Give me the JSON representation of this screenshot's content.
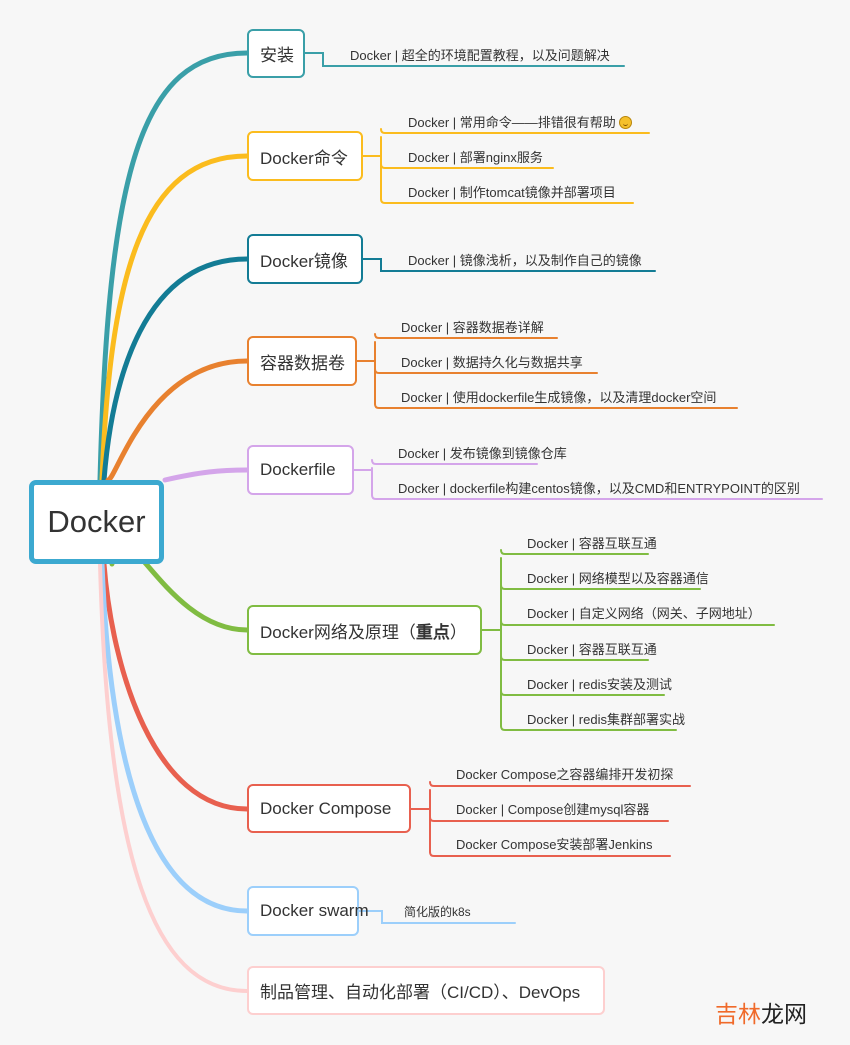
{
  "root": {
    "label": "Docker",
    "color": "#3ca9d0"
  },
  "topics": [
    {
      "id": "install",
      "label": "安装",
      "color": "#3a9fa8",
      "children": [
        "Docker | 超全的环境配置教程，以及问题解决"
      ]
    },
    {
      "id": "commands",
      "label": "Docker命令",
      "color": "#fbbc1e",
      "children": [
        "Docker | 常用命令——排错很有帮助",
        "Docker | 部署nginx服务",
        "Docker | 制作tomcat镜像并部署项目"
      ],
      "emoji_on_child": 0,
      "emoji_icon": "smirk-emoji-icon"
    },
    {
      "id": "images",
      "label": "Docker镜像",
      "color": "#137c95",
      "children": [
        "Docker | 镜像浅析，以及制作自己的镜像"
      ]
    },
    {
      "id": "volumes",
      "label": "容器数据卷",
      "color": "#e8812f",
      "children": [
        "Docker | 容器数据卷详解",
        "Docker | 数据持久化与数据共享",
        "Docker | 使用dockerfile生成镜像，以及清理docker空间"
      ]
    },
    {
      "id": "dockerfile",
      "label": "Dockerfile",
      "color": "#d4a5ea",
      "children": [
        "Docker | 发布镜像到镜像仓库",
        "Docker | dockerfile构建centos镜像，以及CMD和ENTRYPOINT的区别"
      ]
    },
    {
      "id": "network",
      "label": "Docker网络及原理（",
      "label_bold": "重点",
      "label_end": "）",
      "color": "#80bc42",
      "children": [
        "Docker | 容器互联互通",
        "Docker | 网络模型以及容器通信",
        "Docker | 自定义网络（网关、子网地址）",
        "Docker | 容器互联互通",
        "Docker | redis安装及测试",
        "Docker | redis集群部署实战"
      ]
    },
    {
      "id": "compose",
      "label": "Docker Compose",
      "color": "#e8604f",
      "children": [
        "Docker Compose之容器编排开发初探",
        "Docker | Compose创建mysql容器",
        "Docker Compose安装部署Jenkins"
      ]
    },
    {
      "id": "swarm",
      "label": "Docker swarm",
      "color": "#9ccffb",
      "children": [
        "简化版的k8s"
      ]
    },
    {
      "id": "devops",
      "label": "制品管理、自动化部署（CI/CD）、DevOps",
      "color": "#fdcfcf",
      "children": []
    }
  ],
  "watermark": {
    "part1": "吉林",
    "part2": "龙网"
  }
}
